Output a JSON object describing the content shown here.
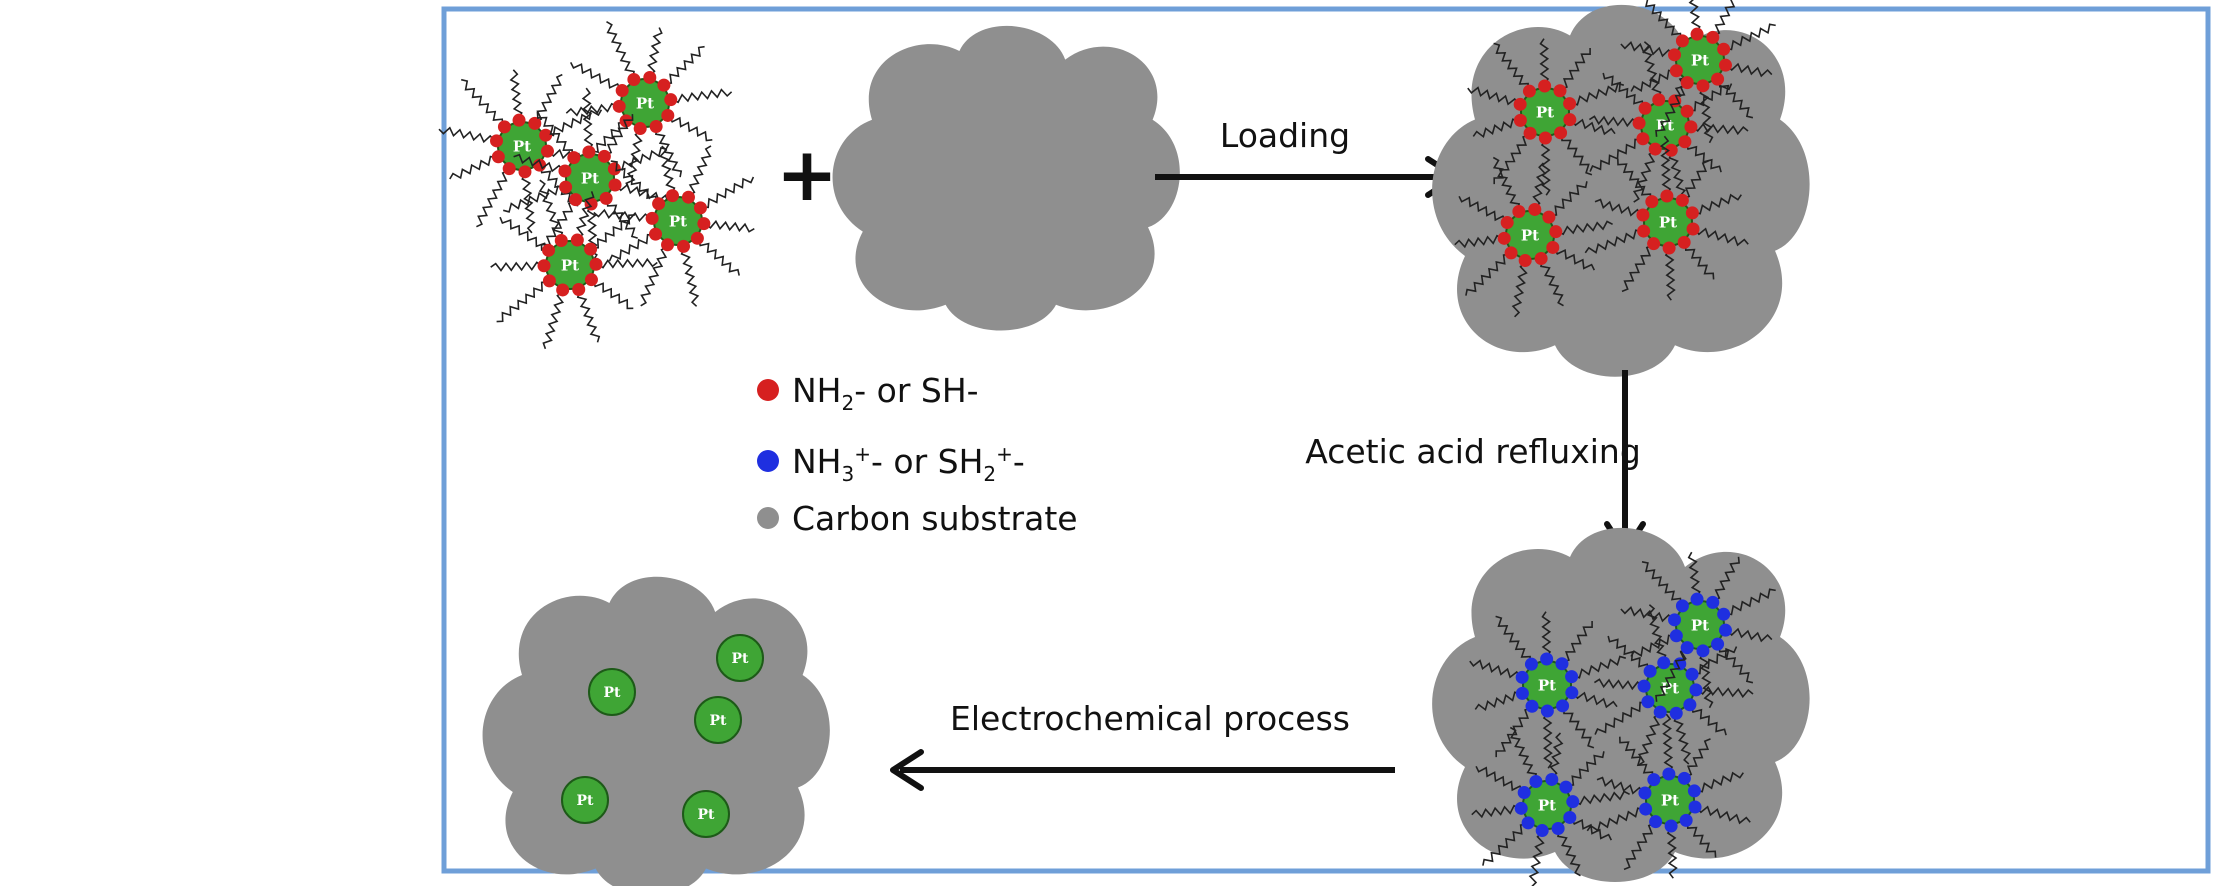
{
  "particle_label": "Pt",
  "steps": {
    "plus_sign": "+",
    "loading": "Loading",
    "acetic": "Acetic acid refluxing",
    "electro": "Electrochemical process"
  },
  "legend": {
    "item1": {
      "base": "NH",
      "sub": "2",
      "tail": "- or SH-"
    },
    "item2": {
      "base": "NH",
      "sub": "3",
      "sup": "+",
      "mid": "- or SH",
      "sub2": "2",
      "sup2": "+",
      "tail": "-"
    },
    "item3": {
      "label": "Carbon substrate"
    }
  },
  "colors": {
    "frame": "#6f9fd8",
    "platinum": "#3fa535",
    "amine_neutral": "#d62020",
    "amine_protonated": "#1f2fe0",
    "carbon": "#8f8f8f",
    "ligand": "#222222"
  },
  "icons": [
    "pt-nanoparticle-icon",
    "carbon-cloud-icon",
    "ligand-chain-icon",
    "arrow-right-icon",
    "arrow-down-icon",
    "arrow-left-icon"
  ]
}
